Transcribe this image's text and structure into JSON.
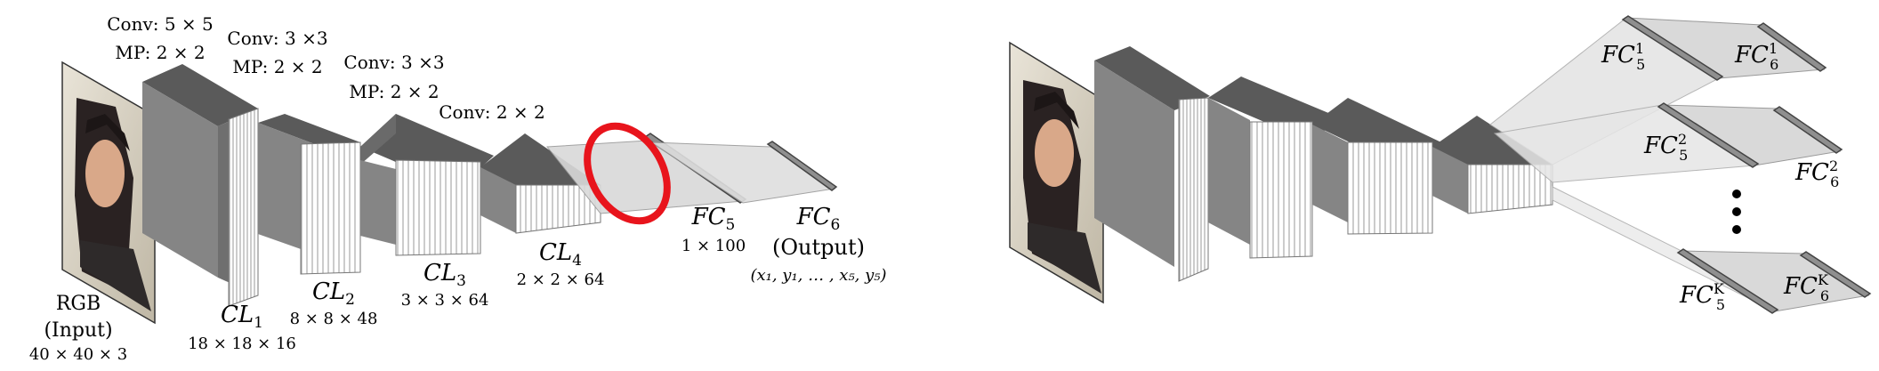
{
  "left": {
    "input": {
      "line1": "RGB",
      "line2": "(Input)",
      "dims": "40 × 40 × 3"
    },
    "ops": [
      {
        "l1": "Conv: 5 × 5",
        "l2": "MP: 2 × 2"
      },
      {
        "l1": "Conv: 3 ×3",
        "l2": "MP: 2 × 2"
      },
      {
        "l1": "Conv: 3 ×3",
        "l2": "MP: 2 × 2"
      },
      {
        "l1": "Conv: 2 × 2"
      }
    ],
    "layers": [
      {
        "name": "CL",
        "sub": "1",
        "dims": "18 × 18 × 16"
      },
      {
        "name": "CL",
        "sub": "2",
        "dims": "8 × 8 × 48"
      },
      {
        "name": "CL",
        "sub": "3",
        "dims": "3 × 3 × 64"
      },
      {
        "name": "CL",
        "sub": "4",
        "dims": "2 × 2 × 64"
      }
    ],
    "fc5": {
      "name": "FC",
      "sub": "5",
      "dims": "1 × 100"
    },
    "fc6": {
      "name": "FC",
      "sub": "6",
      "output": "(Output)",
      "coords": "(x₁, y₁, … , x₅, y₅)"
    }
  },
  "right": {
    "branches": [
      {
        "fc5": {
          "name": "FC",
          "sub": "5",
          "sup": "1"
        },
        "fc6": {
          "name": "FC",
          "sub": "6",
          "sup": "1"
        }
      },
      {
        "fc5": {
          "name": "FC",
          "sub": "5",
          "sup": "2"
        },
        "fc6": {
          "name": "FC",
          "sub": "6",
          "sup": "2"
        }
      },
      {
        "fc5": {
          "name": "FC",
          "sub": "5",
          "sup": "K"
        },
        "fc6": {
          "name": "FC",
          "sub": "6",
          "sup": "K"
        }
      }
    ]
  },
  "colors": {
    "top": "#5a5a5a",
    "side": "#858585",
    "front": "#ffffff",
    "fc": "#d9d9d9",
    "highlight": "#e8141c"
  }
}
